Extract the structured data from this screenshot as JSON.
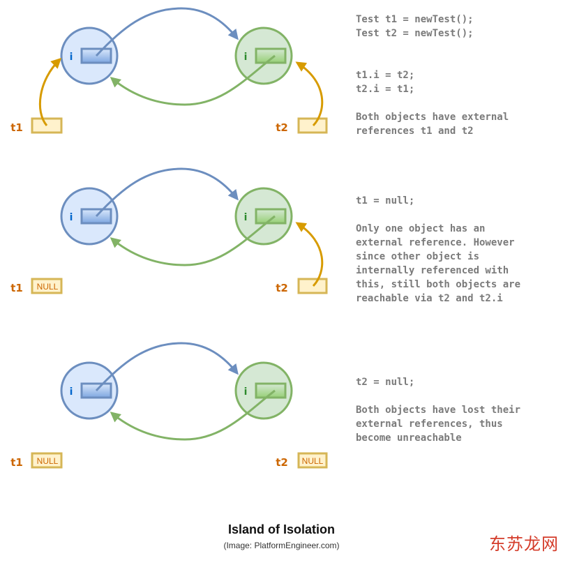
{
  "colors": {
    "blue_stroke": "#6c8ebf",
    "blue_fill": "#dae8fc",
    "green_stroke": "#82b366",
    "green_fill": "#d5e8d4",
    "ref_arrow": "#d79b00",
    "ref_box_fill": "#fff2cc",
    "ref_box_stroke": "#d6b656",
    "ref_label": "#cc6600",
    "field_label": "#0066cc"
  },
  "labels": {
    "field": "i",
    "ref1": "t1",
    "ref2": "t2",
    "null": "NULL"
  },
  "panels": [
    {
      "t1_null": false,
      "t2_null": false,
      "text": [
        "Test t1 = newTest();",
        "Test t2 = newTest();",
        "",
        "",
        "t1.i = t2;",
        "t2.i = t1;",
        "",
        "Both objects have external",
        "references t1 and t2"
      ]
    },
    {
      "t1_null": true,
      "t2_null": false,
      "text": [
        "t1 = null;",
        "",
        "Only one object has an",
        "external reference. However",
        "since other object is",
        "internally referenced with",
        "this, still both objects are",
        "reachable via t2 and t2.i"
      ]
    },
    {
      "t1_null": true,
      "t2_null": true,
      "text": [
        "t2 = null;",
        "",
        "Both objects have lost their",
        "external references, thus",
        "become unreachable"
      ]
    }
  ],
  "caption": {
    "title": "Island of Isolation",
    "credit": "(Image: PlatformEngineer.com)"
  },
  "watermark": "东苏龙网"
}
